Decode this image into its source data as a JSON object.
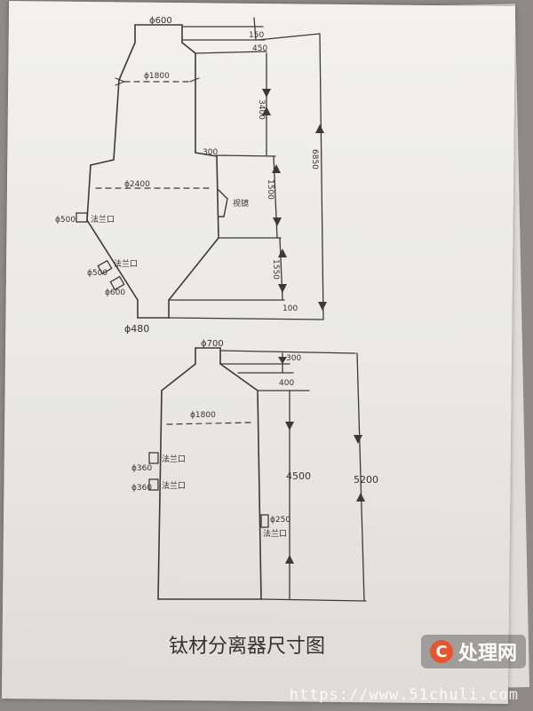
{
  "drawing": {
    "title": "钛材分离器尺寸图",
    "top_vessel": {
      "top_diameter": "ϕ600",
      "body_diameter": "ϕ1800",
      "cone_diameter": "ϕ2400",
      "bottom_diameter": "ϕ480",
      "dim_150": "150",
      "dim_450": "450",
      "dim_3400": "3400",
      "dim_300": "300",
      "dim_1500": "1500",
      "dim_1550": "1550",
      "dim_100": "100",
      "overall_height": "6850",
      "nozzle_500": "ϕ500",
      "nozzle_500b": "ϕ500",
      "nozzle_600": "ϕ600",
      "port_1": "法兰口",
      "port_2": "法兰口",
      "sight_glass": "视镜"
    },
    "bottom_vessel": {
      "top_diameter": "ϕ700",
      "body_diameter": "ϕ1800",
      "dim_300": "300",
      "dim_400": "400",
      "dim_4500": "4500",
      "overall_height": "5200",
      "nozzle_360": "ϕ360",
      "nozzle_360b": "ϕ360",
      "nozzle_250": "ϕ250",
      "port_1": "法兰口",
      "port_2": "法兰口",
      "port_3": "法兰口"
    }
  },
  "watermark": {
    "logo": "C",
    "name": "处理网",
    "url": "https://www.51chuli.com"
  }
}
